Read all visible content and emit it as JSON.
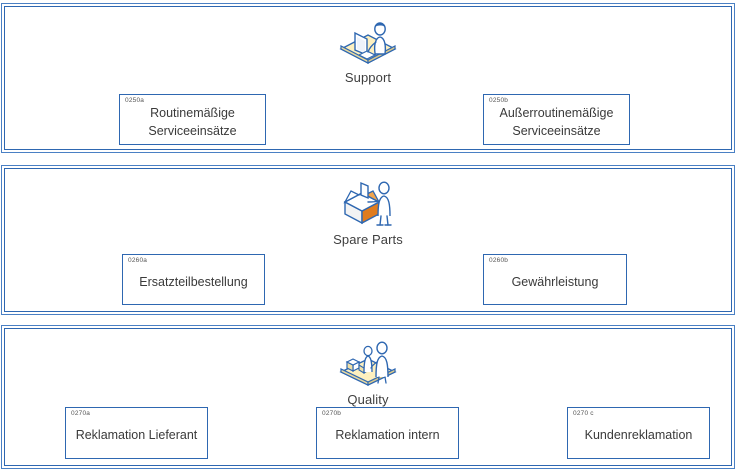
{
  "colors": {
    "lane_border": "#2e67b1",
    "lane_outer_border": "#4a80c4",
    "box_border": "#2e67b1",
    "text": "#3a3a3a",
    "id_text": "#555555",
    "icon_blue": "#2e67b1",
    "icon_yellow": "#fbe9a8",
    "icon_orange": "#e08a2e",
    "background": "#ffffff"
  },
  "lanes": [
    {
      "title": "Support",
      "icon": "support-desk-person-icon",
      "tasks": [
        {
          "id": "0250a",
          "label": "Routinemäßige\nServiceeinsätze"
        },
        {
          "id": "0250b",
          "label": "Außerroutinemäßige\nServiceeinsätze"
        }
      ]
    },
    {
      "title": "Spare Parts",
      "icon": "open-box-person-icon",
      "tasks": [
        {
          "id": "0260a",
          "label": "Ersatzteilbestellung"
        },
        {
          "id": "0260b",
          "label": "Gewährleistung"
        }
      ]
    },
    {
      "title": "Quality",
      "icon": "two-people-inspection-icon",
      "tasks": [
        {
          "id": "0270a",
          "label": "Reklamation Lieferant"
        },
        {
          "id": "0270b",
          "label": "Reklamation intern"
        },
        {
          "id": "0270 c",
          "label": "Kundenreklamation"
        }
      ]
    }
  ]
}
